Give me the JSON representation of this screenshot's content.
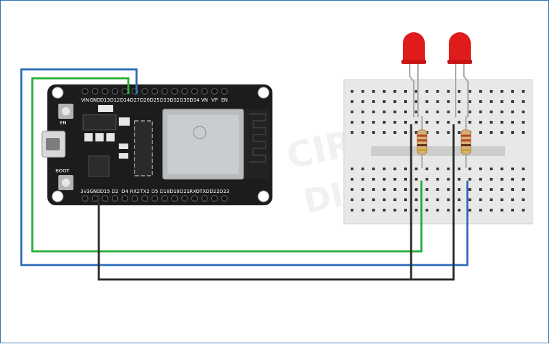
{
  "board": {
    "top_pins": [
      "VIN",
      "GND",
      "D13",
      "D12",
      "D14",
      "D27",
      "D26",
      "D25",
      "D33",
      "D32",
      "D35",
      "D34",
      "VN",
      "VP",
      "EN"
    ],
    "bottom_pins": [
      "3V3",
      "GND",
      "D15",
      "D2",
      "D4",
      "RX2",
      "TX2",
      "D5",
      "D18",
      "D19",
      "D21",
      "RXO",
      "TXO",
      "D22",
      "D23"
    ],
    "buttons": {
      "en": "EN",
      "boot": "BOOT"
    }
  },
  "watermark": {
    "line1": "CIRCUIT",
    "line2": "DIGEST"
  },
  "colors": {
    "wire_green": "#27b03a",
    "wire_blue": "#2f6fb8",
    "wire_black": "#2b2b2b",
    "board": "#1c1c1c",
    "breadboard": "#e8e8e8",
    "led": "#e01b1b"
  }
}
